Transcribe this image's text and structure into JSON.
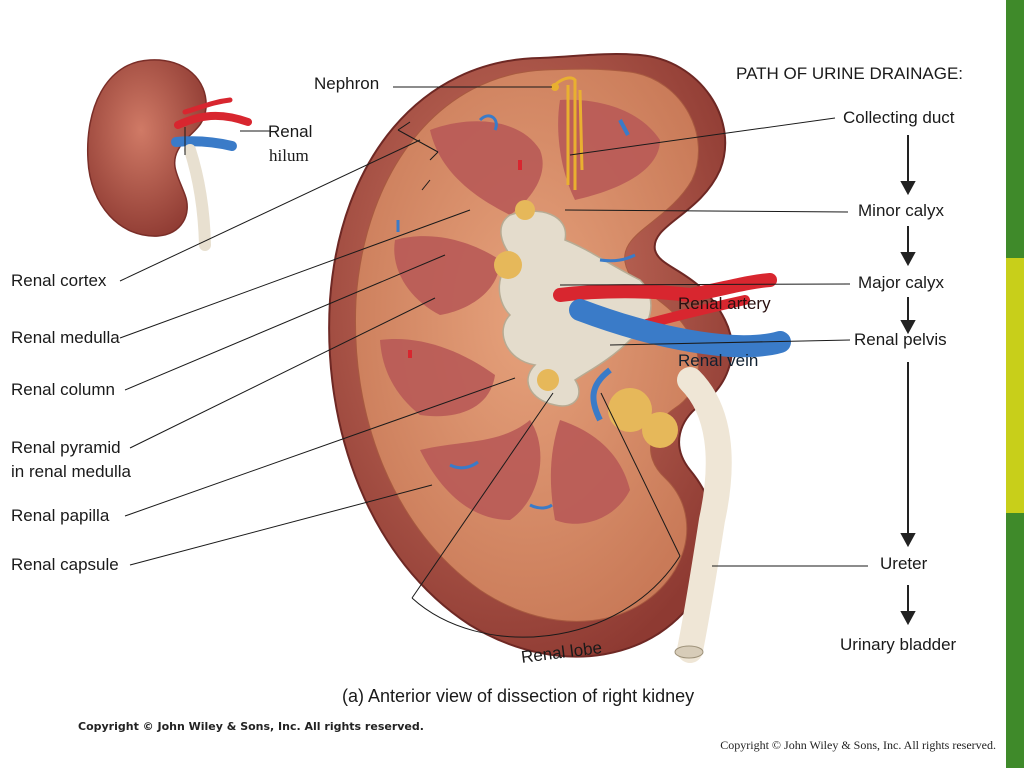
{
  "labels": {
    "nephron": "Nephron",
    "renal": "Renal",
    "hilum": "hilum",
    "renal_cortex": "Renal cortex",
    "renal_medulla": "Renal medulla",
    "renal_column": "Renal column",
    "renal_pyramid_1": "Renal pyramid",
    "renal_pyramid_2": "in renal medulla",
    "renal_papilla": "Renal papilla",
    "renal_capsule": "Renal capsule",
    "renal_lobe": "Renal lobe",
    "renal_artery": "Renal artery",
    "renal_vein": "Renal vein"
  },
  "drainage": {
    "title": "PATH OF URINE DRAINAGE:",
    "steps": [
      "Collecting duct",
      "Minor calyx",
      "Major calyx",
      "Renal pelvis",
      "Ureter",
      "Urinary bladder"
    ]
  },
  "caption": "(a) Anterior view of dissection of right kidney",
  "footer_bold": "Copyright © John Wiley & Sons, Inc. All rights reserved.",
  "footer_right": "Copyright © John Wiley & Sons, Inc. All rights reserved.",
  "colors": {
    "kidney": "#b85a4c",
    "cortex": "#d9906c",
    "medulla": "#c06a5e",
    "artery": "#d8262f",
    "vein": "#3a7bc8",
    "ureter": "#efe6d6",
    "bar_green": "#3f8a2a",
    "bar_yellow": "#c8cf1a"
  }
}
